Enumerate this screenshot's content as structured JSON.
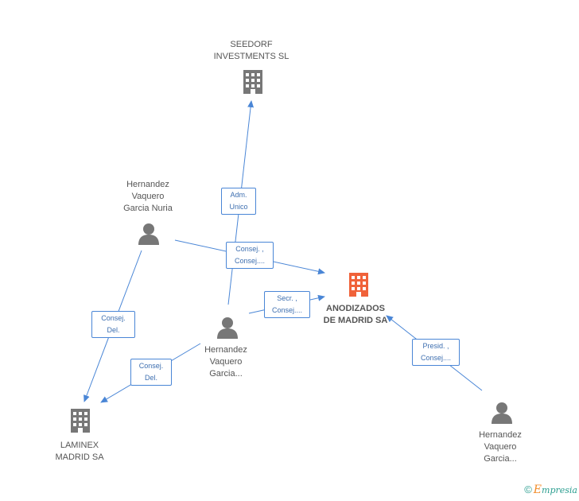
{
  "nodes": {
    "seedorf": {
      "lines": [
        "SEEDORF",
        "INVESTMENTS SL"
      ],
      "type": "company"
    },
    "anodizados": {
      "lines": [
        "ANODIZADOS",
        "DE MADRID SA"
      ],
      "type": "company-main"
    },
    "laminex": {
      "lines": [
        "LAMINEX",
        "MADRID SA"
      ],
      "type": "company"
    },
    "nuria": {
      "lines": [
        "Hernandez",
        "Vaquero",
        "Garcia Nuria"
      ],
      "type": "person"
    },
    "hvg_center": {
      "lines": [
        "Hernandez",
        "Vaquero",
        "Garcia..."
      ],
      "type": "person"
    },
    "hvg_right": {
      "lines": [
        "Hernandez",
        "Vaquero",
        "Garcia..."
      ],
      "type": "person"
    }
  },
  "edges": [
    {
      "from": "hvg_center",
      "to": "seedorf",
      "label": [
        "Adm.",
        "Unico"
      ]
    },
    {
      "from": "nuria",
      "to": "anodizados",
      "label": [
        "Consej. ,",
        "Consej...."
      ]
    },
    {
      "from": "hvg_center",
      "to": "anodizados",
      "label": [
        "Secr. ,",
        "Consej...."
      ]
    },
    {
      "from": "hvg_right",
      "to": "anodizados",
      "label": [
        "Presid. ,",
        "Consej...."
      ]
    },
    {
      "from": "nuria",
      "to": "laminex",
      "label": [
        "Consej.",
        "Del."
      ]
    },
    {
      "from": "hvg_center",
      "to": "laminex",
      "label": [
        "Consej.",
        "Del."
      ]
    }
  ],
  "colors": {
    "edge": "#4a86d6",
    "company_icon": "#777777",
    "main_icon": "#f0623a",
    "person_icon": "#777777"
  },
  "footer": {
    "copyright": "©",
    "brand_initial": "E",
    "brand_rest": "mpresia"
  }
}
